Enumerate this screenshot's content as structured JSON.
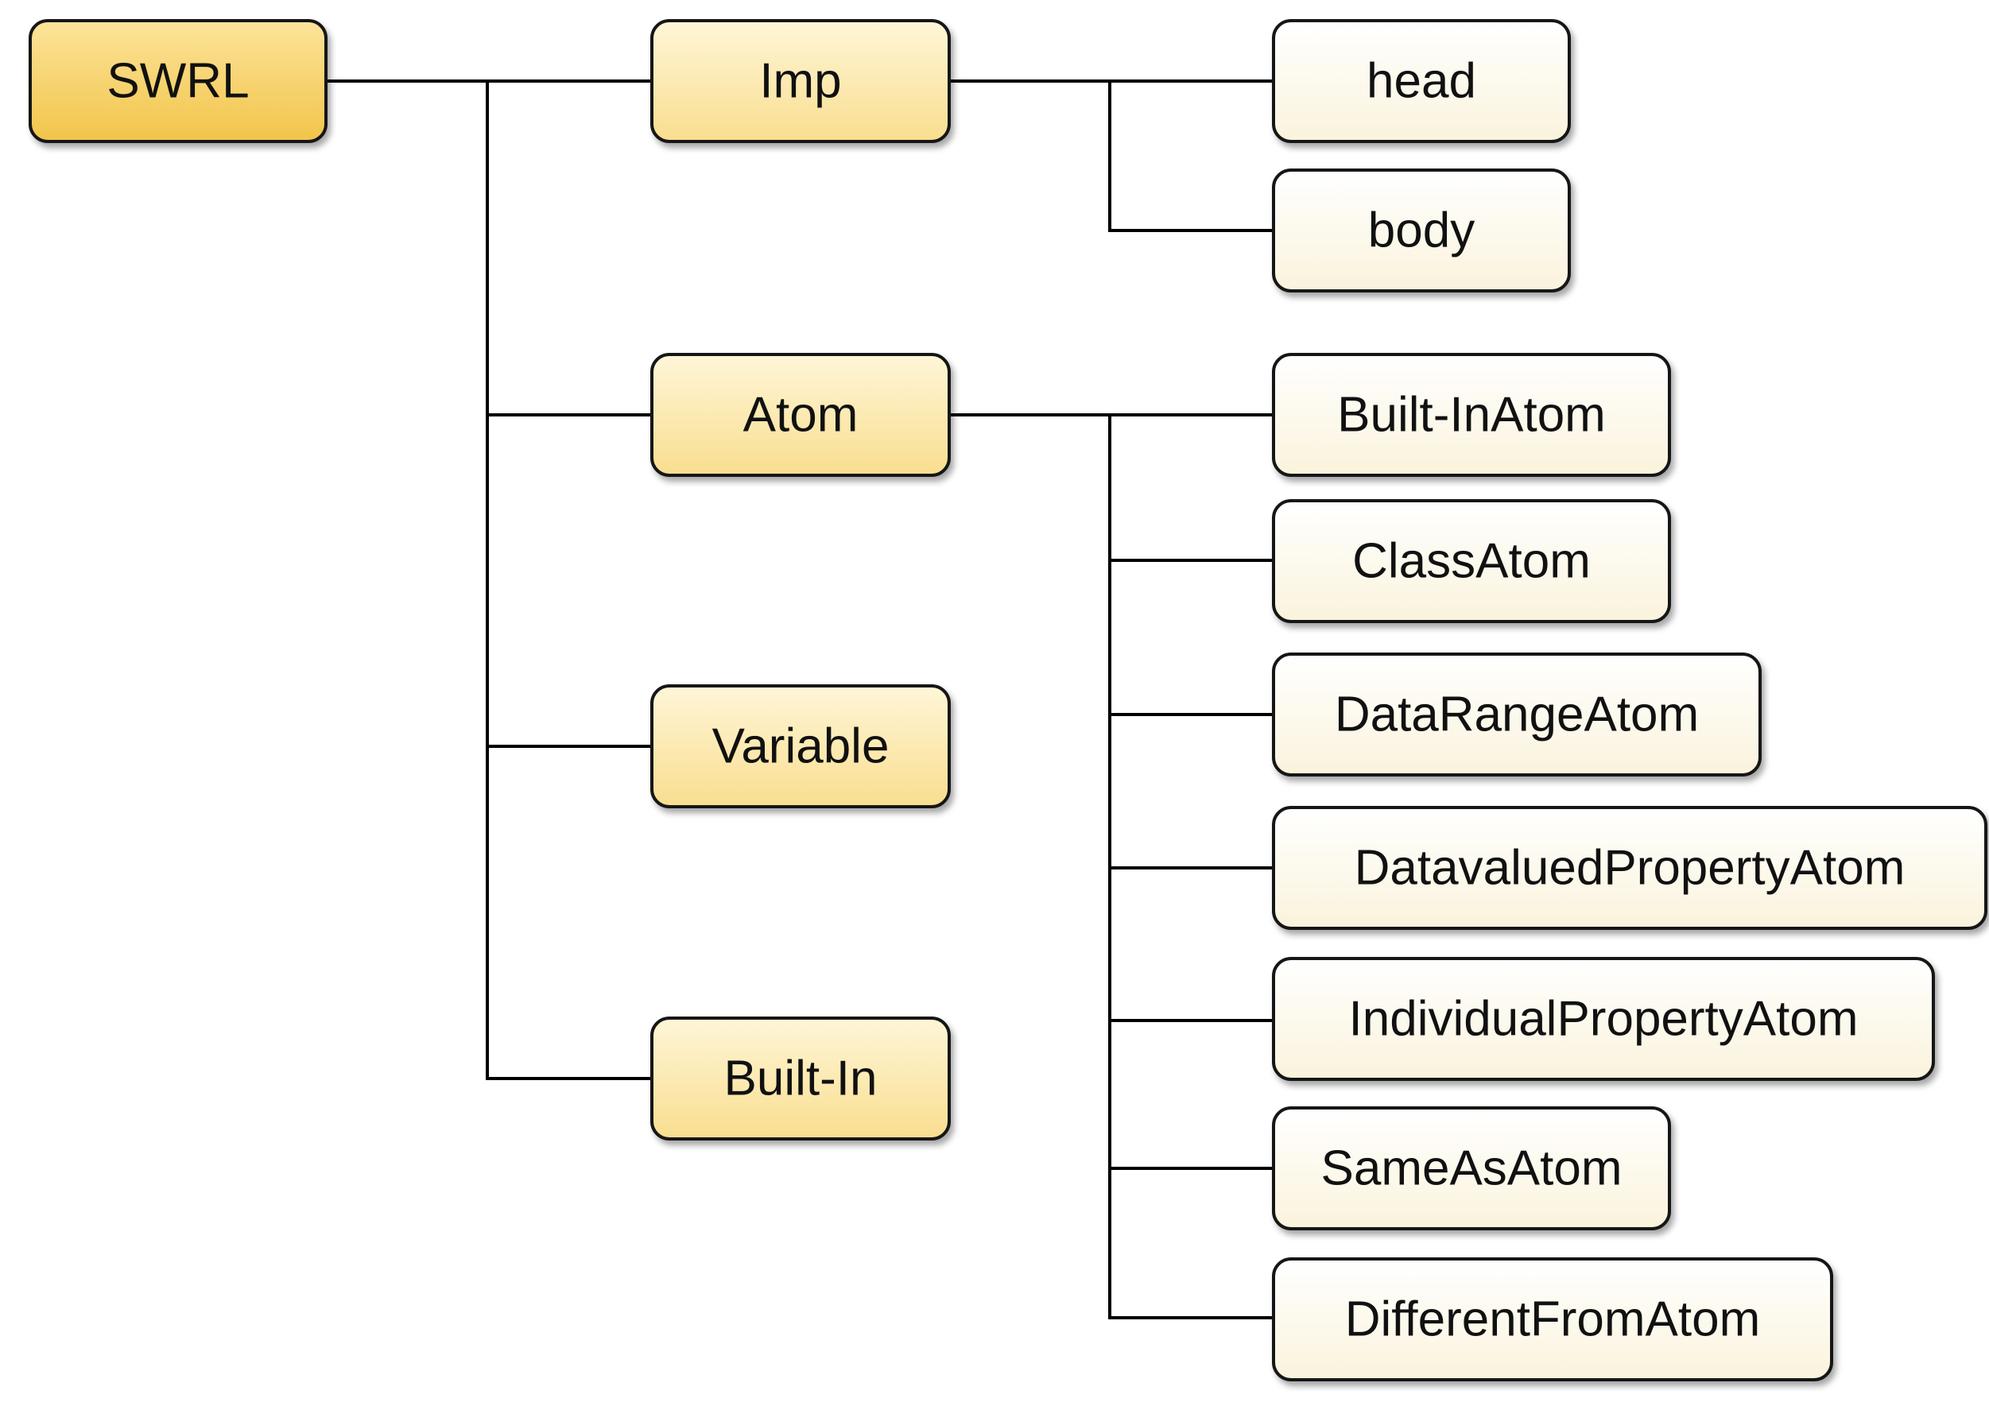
{
  "diagram": {
    "root": {
      "label": "SWRL"
    },
    "level1": {
      "imp": {
        "label": "Imp"
      },
      "atom": {
        "label": "Atom"
      },
      "variable": {
        "label": "Variable"
      },
      "builtin": {
        "label": "Built-In"
      }
    },
    "imp_children": [
      {
        "label": "head"
      },
      {
        "label": "body"
      }
    ],
    "atom_children": [
      {
        "label": "Built-InAtom"
      },
      {
        "label": "ClassAtom"
      },
      {
        "label": "DataRangeAtom"
      },
      {
        "label": "DatavaluedPropertyAtom"
      },
      {
        "label": "IndividualPropertyAtom"
      },
      {
        "label": "SameAsAtom"
      },
      {
        "label": "DifferentFromAtom"
      }
    ]
  },
  "colors": {
    "root_fill_top": "#FCE49A",
    "root_fill_bottom": "#F2C44A",
    "level1_fill_top": "#FFF6D8",
    "level1_fill_bottom": "#F9DE8F",
    "leaf_fill_top": "#FFFFFF",
    "leaf_fill_bottom": "#FAF3DC",
    "line": "#000000"
  }
}
